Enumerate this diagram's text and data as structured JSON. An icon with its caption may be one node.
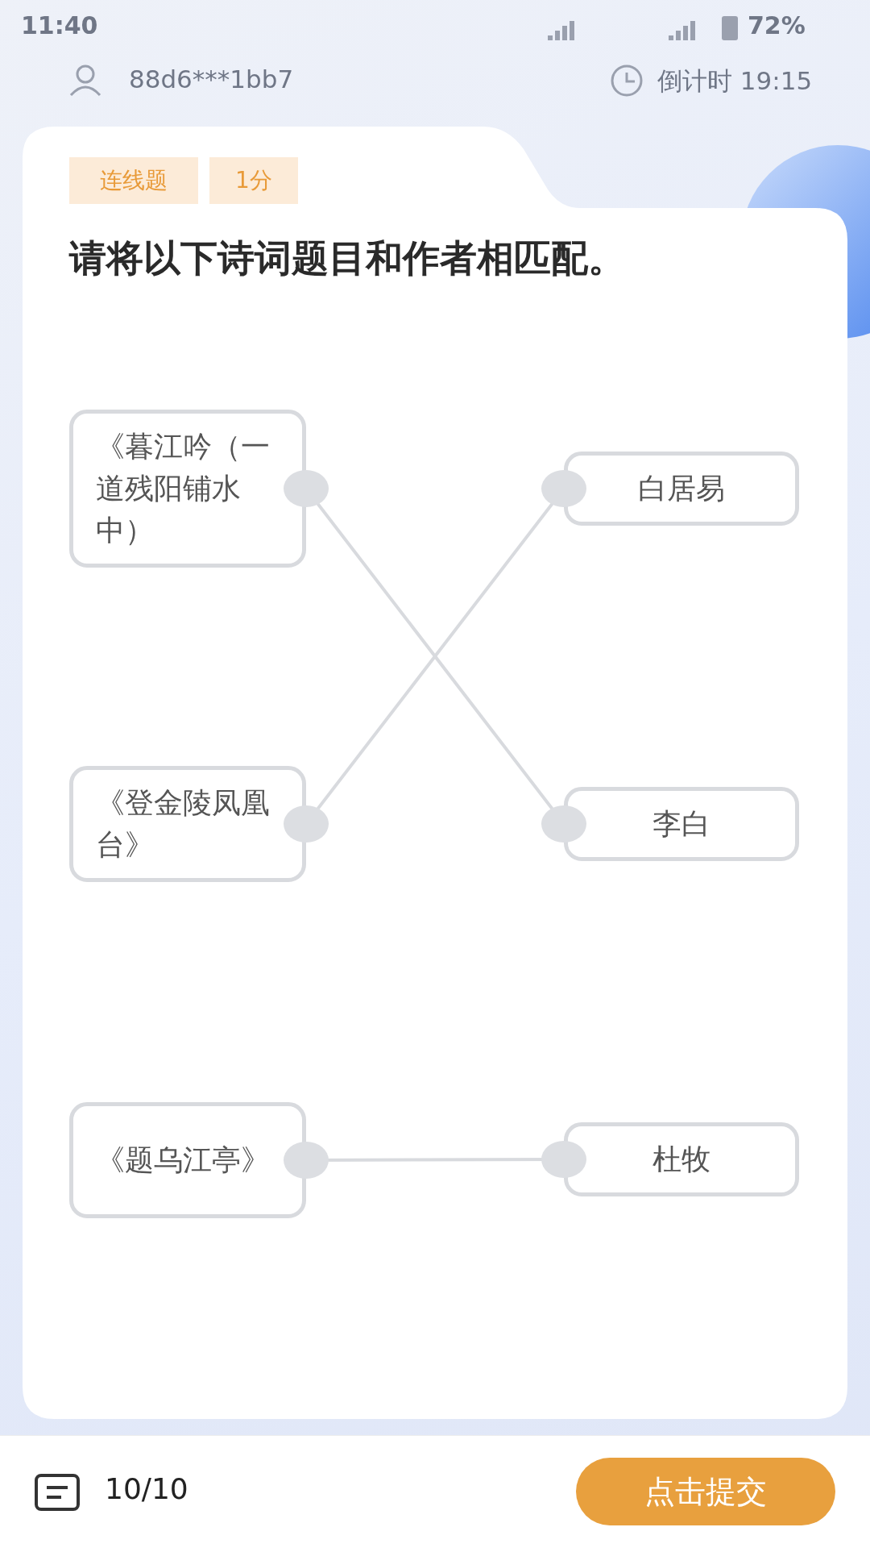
{
  "diagram": {
    "title": "请将以下诗词题目和作者相匹配。",
    "nodes": [
      {
        "text": [
          "《暮江吟（一道残阳铺水中）"
        ]
      },
      {
        "text": [
          "白居易"
        ]
      },
      {
        "text": [
          "《登金陵凤凰台》"
        ]
      },
      {
        "text": [
          "李白"
        ]
      },
      {
        "text": [
          "《题乌江亭》"
        ]
      },
      {
        "text": [
          "杜牧"
        ]
      }
    ],
    "edges": [
      {
        "from": 0,
        "to": 3,
        "arrow": "none"
      },
      {
        "from": 2,
        "to": 1,
        "arrow": "none"
      },
      {
        "from": 4,
        "to": 5,
        "arrow": "none"
      }
    ],
    "labels": [
      "11:40",
      "72%",
      "88d6***1bb7",
      "倒计时 19:15",
      "连线题",
      "1分",
      "10/10",
      "点击提交"
    ]
  }
}
